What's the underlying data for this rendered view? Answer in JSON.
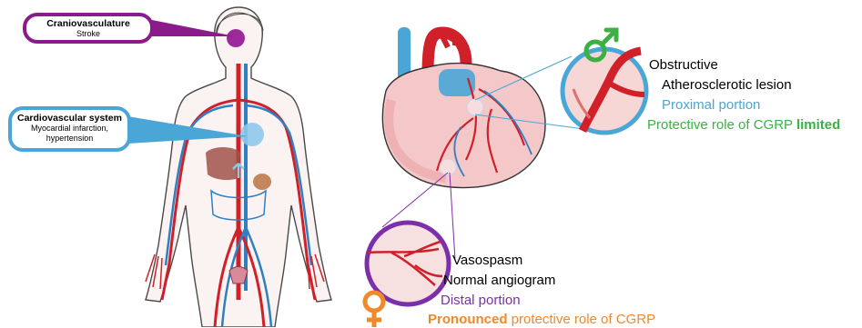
{
  "callouts": {
    "craniovasculature": {
      "title": "Craniovasculature",
      "subtitle": "Stroke"
    },
    "cardiovascular": {
      "title": "Cardiovascular system",
      "subtitle_line1": "Myocardial infarction,",
      "subtitle_line2": "hypertension"
    }
  },
  "male_panel": {
    "symbol": "male-symbol-icon",
    "lines": {
      "obstructive": "Obstructive",
      "lesion": "Atherosclerotic lesion",
      "proximal": "Proximal portion",
      "protective_prefix": "Protective role of CGRP ",
      "protective_bold": "limited"
    }
  },
  "female_panel": {
    "symbol": "female-symbol-icon",
    "lines": {
      "vasospasm": "Vasospasm",
      "angiogram": "Normal angiogram",
      "distal": "Distal portion",
      "pronounced_bold": "Pronounced",
      "pronounced_rest": " protective role of CGRP"
    }
  },
  "colors": {
    "male": "#3cb043",
    "female": "#f0892a",
    "purple": "#7b2fa8",
    "cranio_border": "#8b1a8b",
    "blue": "#4aa6d6",
    "artery": "#d0202a",
    "vein": "#2f7fc1"
  }
}
